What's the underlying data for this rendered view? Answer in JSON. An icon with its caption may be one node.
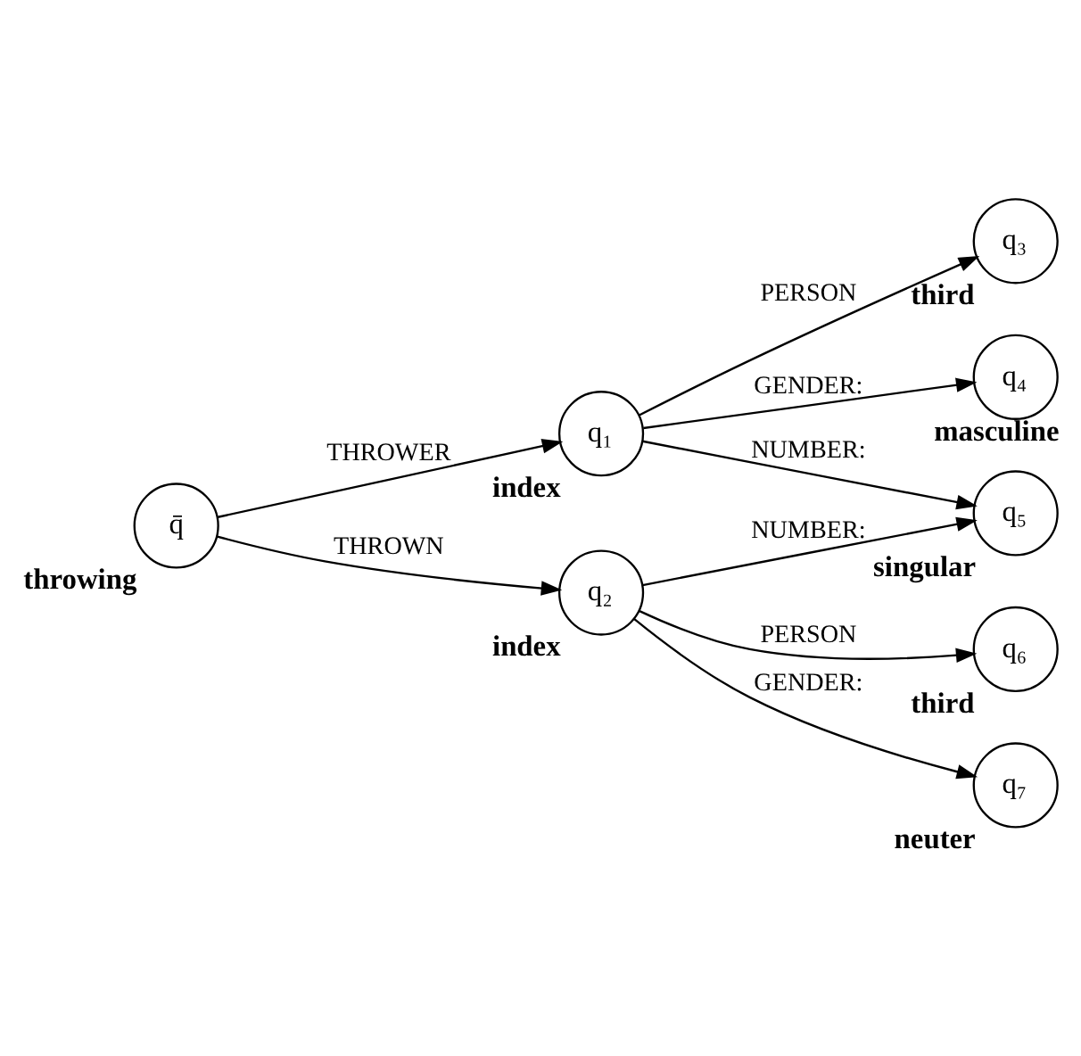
{
  "diagram": {
    "nodes": [
      {
        "text": [
          "q̄"
        ],
        "beside": [
          "throwing"
        ]
      },
      {
        "text": [
          "q₁"
        ],
        "beside": [
          "index"
        ]
      },
      {
        "text": [
          "q₂"
        ],
        "beside": [
          "index"
        ]
      },
      {
        "text": [
          "q₃"
        ],
        "beside": [
          "third"
        ]
      },
      {
        "text": [
          "q₄"
        ],
        "beside": [
          "masculine"
        ]
      },
      {
        "text": [
          "q₅"
        ],
        "beside": [
          "singular"
        ]
      },
      {
        "text": [
          "q₆"
        ],
        "beside": [
          "third"
        ]
      },
      {
        "text": [
          "q₇"
        ],
        "beside": [
          "neuter"
        ]
      }
    ],
    "edges": [
      {
        "from": 0,
        "to": 1,
        "arrow": "to",
        "label": "THROWER"
      },
      {
        "from": 0,
        "to": 2,
        "arrow": "to",
        "label": "THROWN"
      },
      {
        "from": 1,
        "to": 3,
        "arrow": "to",
        "label": "PERSON"
      },
      {
        "from": 1,
        "to": 4,
        "arrow": "to",
        "label": "GENDER:"
      },
      {
        "from": 1,
        "to": 5,
        "arrow": "to",
        "label": "NUMBER:"
      },
      {
        "from": 2,
        "to": 5,
        "arrow": "to",
        "label": "NUMBER:"
      },
      {
        "from": 2,
        "to": 6,
        "arrow": "to",
        "label": "PERSON"
      },
      {
        "from": 2,
        "to": 7,
        "arrow": "to",
        "label": "GENDER:"
      }
    ]
  }
}
